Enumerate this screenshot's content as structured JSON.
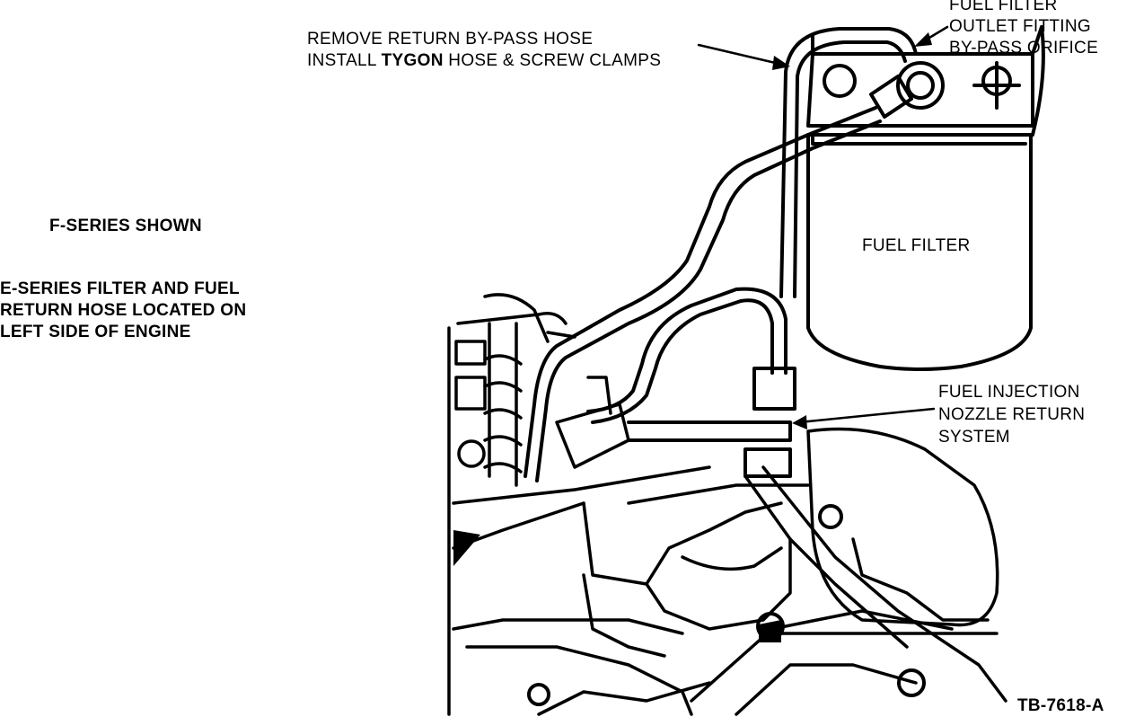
{
  "labels": {
    "remove_line": "REMOVE RETURN BY-PASS HOSE",
    "install_prefix": "INSTALL ",
    "install_bold": "TYGON",
    "install_suffix": " HOSE & SCREW CLAMPS",
    "outlet_line1": "FUEL FILTER",
    "outlet_line2": "OUTLET FITTING",
    "outlet_line3": "BY-PASS ORIFICE",
    "fseries": "F-SERIES SHOWN",
    "eseries_line1": "E-SERIES FILTER AND FUEL",
    "eseries_line2": "RETURN HOSE LOCATED ON",
    "eseries_line3": "LEFT SIDE OF ENGINE",
    "fuel_filter": "FUEL FILTER",
    "injection_line1": "FUEL INJECTION",
    "injection_line2": "NOZZLE RETURN",
    "injection_line3": "SYSTEM",
    "figure_id": "TB-7618-A"
  }
}
